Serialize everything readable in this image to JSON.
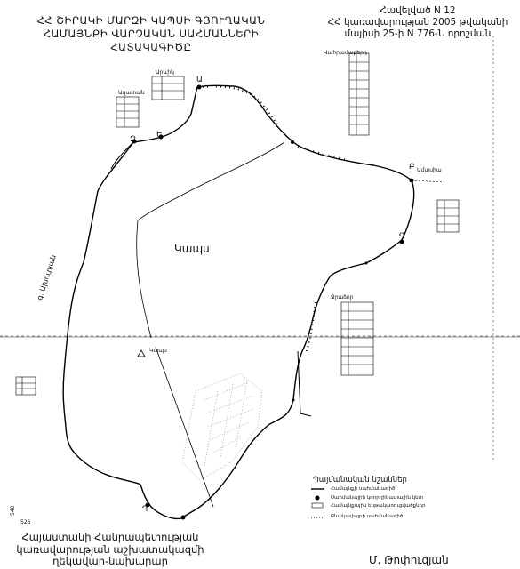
{
  "header": {
    "title_lines": [
      "ՀՀ ՇԻՐԱԿԻ ՄԱՐԶԻ ԿԱՊՍԻ ԳՅՈՒՂԱԿԱՆ",
      "ՀԱՄԱՅՆՔԻ ՎԱՐՉԱԿԱՆ ՍԱՀՄԱՆՆԵՐԻ",
      "ՀԱՏԱԿԱԳԻԾԸ"
    ],
    "annex_lines": [
      "Հավելված N 12",
      "ՀՀ կառավարության 2005 թվականի",
      "մայիսի 25-ի N 776-Ն որոշման"
    ]
  },
  "map": {
    "community_name": "Կապս",
    "river_label": "գ. Ախուրյան",
    "village_marker": "Կապս",
    "neighbors": [
      "Ազատան",
      "Արևիկ",
      "Վահրամաբերդ",
      "Ամասիա",
      "Ջրաձոր"
    ],
    "point_labels": [
      "Ա",
      "Բ",
      "Գ",
      "Դ",
      "Ե",
      "Զ"
    ]
  },
  "legend": {
    "title": "Պայմանական նշաններ",
    "items": [
      "Համայնքի սահմանագիծ",
      "Սահմանային կոորդինատային կետ",
      "Համայնքային ենթակառուցվածքներ",
      "Բնակավայրի սահմանագիծ"
    ]
  },
  "footer": {
    "margin_numbers": [
      "540",
      "526"
    ],
    "authority_lines": [
      "Հայաստանի Հանրապետության",
      "կառավարության աշխատակազմի",
      "ղեկավար-նախարար"
    ],
    "signature": "Մ. Թոփուզյան"
  }
}
